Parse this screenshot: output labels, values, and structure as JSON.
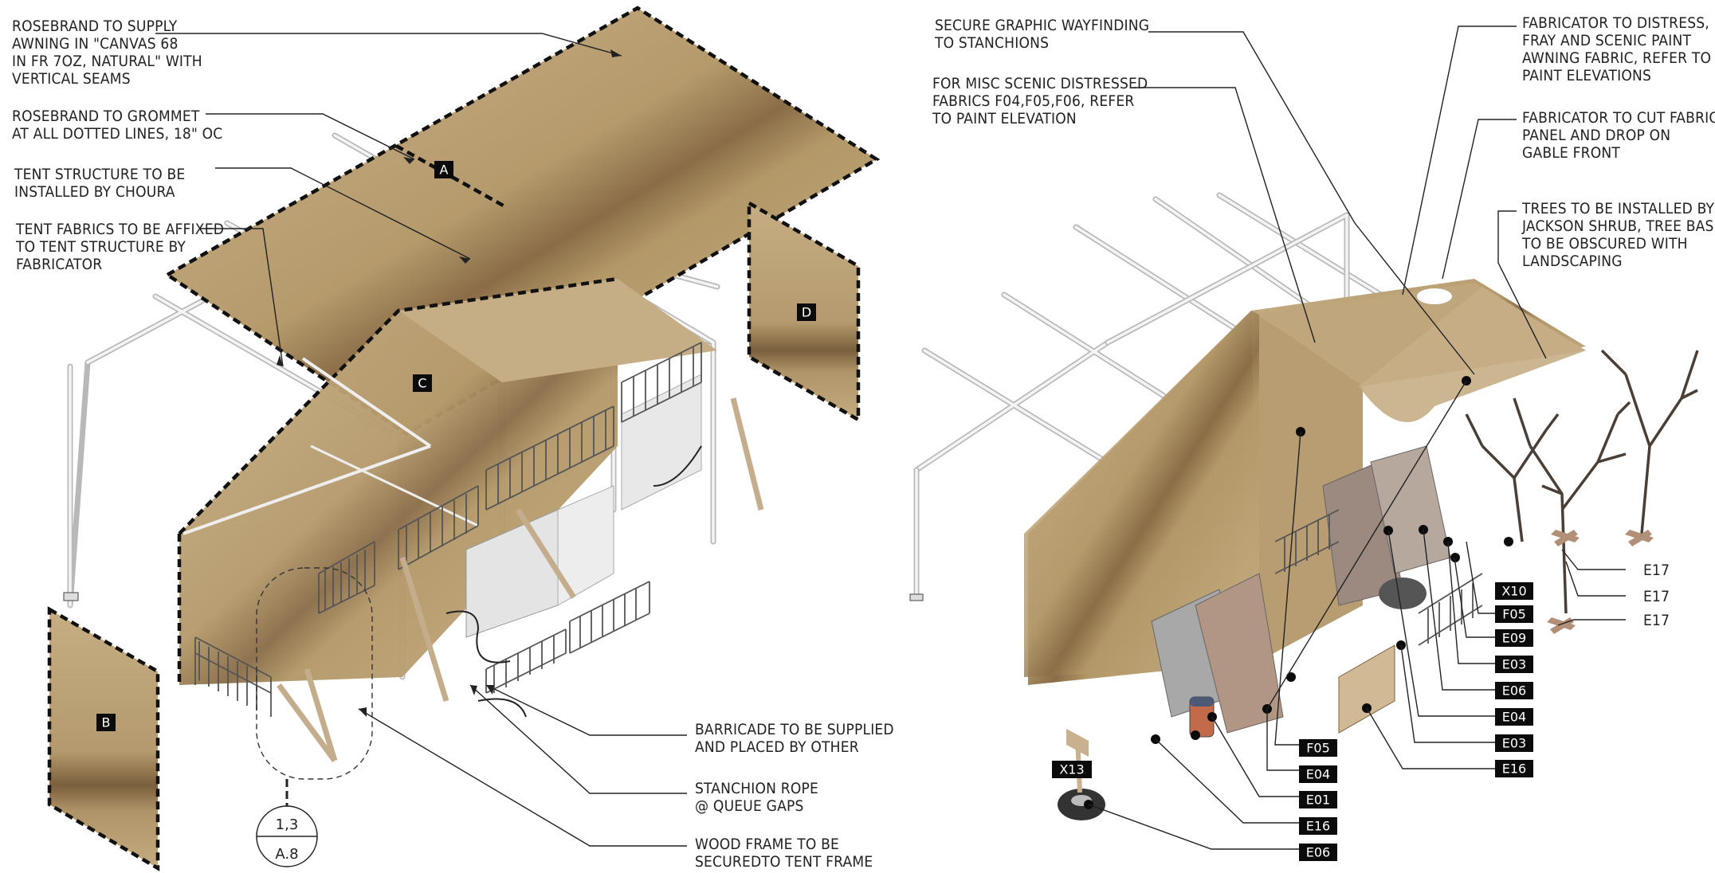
{
  "left_notes": [
    "ROSEBRAND TO SUPPLY\nAWNING IN \"CANVAS 68\nIN FR 7OZ, NATURAL\" WITH\nVERTICAL SEAMS",
    "ROSEBRAND TO GROMMET\nAT ALL DOTTED LINES, 18\" OC",
    "TENT STRUCTURE TO BE\nINSTALLED BY CHOURA",
    "TENT FABRICS TO BE AFFIXED\nTO TENT STRUCTURE BY\nFABRICATOR",
    "BARRICADE TO BE SUPPLIED\nAND PLACED BY OTHER",
    "STANCHION ROPE\n@ QUEUE GAPS",
    "WOOD FRAME TO BE\nSECUREDTO TENT FRAME"
  ],
  "right_notes": [
    "SECURE GRAPHIC WAYFINDING\nTO STANCHIONS",
    "FOR MISC SCENIC DISTRESSED\nFABRICS F04,F05,F06, REFER\nTO PAINT ELEVATION",
    "FABRICATOR TO DISTRESS,\nFRAY AND SCENIC PAINT\nAWNING FABRIC, REFER TO\nPAINT ELEVATIONS",
    "FABRICATOR TO CUT FABRIC\nPANEL AND DROP ON\nGABLE FRONT",
    "TREES TO BE INSTALLED BY\nJACKSON SHRUB, TREE BASE\nTO BE OBSCURED WITH\nLANDSCAPING"
  ],
  "panel_letters": [
    "A",
    "B",
    "C",
    "D"
  ],
  "detail_callout": {
    "top": "1,3",
    "bottom": "A.8"
  },
  "tree_tags": [
    "E17",
    "E17",
    "E17"
  ],
  "stack_tags": [
    "X10",
    "F05",
    "E09",
    "E03",
    "E06",
    "E04",
    "E03",
    "E16"
  ],
  "bottom_tags": [
    "F05",
    "E04",
    "E01",
    "E16",
    "E06"
  ],
  "tire_tag": "X13",
  "colors": {
    "fabric": "#b89d72",
    "fabric_dark": "#6e5535",
    "frame": "#cfcfcf",
    "tag": "#0b0b0b"
  }
}
